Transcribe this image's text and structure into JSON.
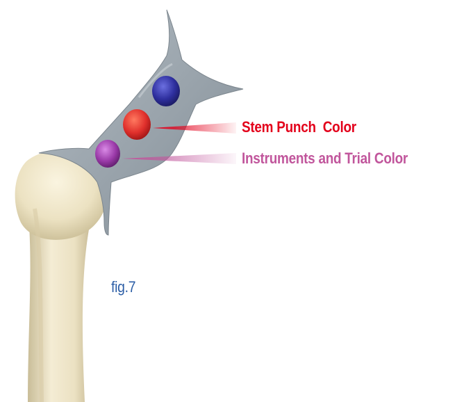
{
  "labels": {
    "stem_punch": "Stem Punch  Color",
    "instruments_trial": "Instruments and Trial Color"
  },
  "caption": "fig.7",
  "colors": {
    "stem_punch": "#e3001b",
    "instruments_trial": "#c1569c",
    "caption": "#2c5ea6",
    "dot_blue": "#2e2f9e",
    "dot_red": "#e0302c",
    "dot_purple": "#9a3aa8",
    "guide": "#9aa4ab",
    "bone": "#efe6c8"
  }
}
